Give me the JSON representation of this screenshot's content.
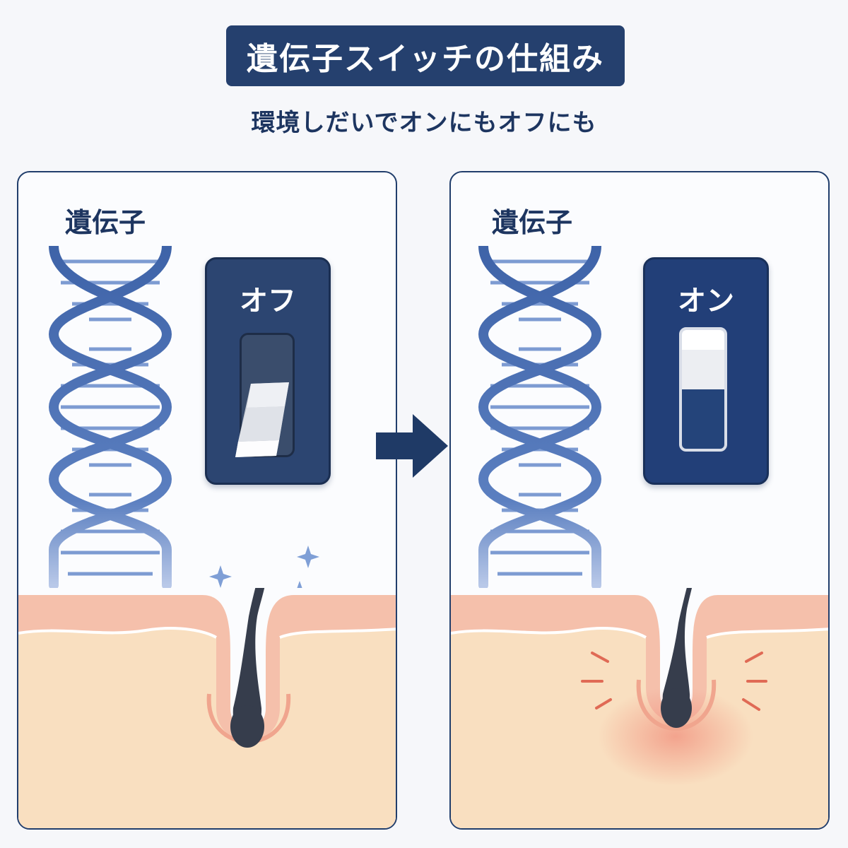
{
  "title": "遺伝子スイッチの仕組み",
  "subtitle": "環境しだいでオンにもオフにも",
  "panels": [
    {
      "label": "遺伝子",
      "switch_label": "オフ",
      "state": "off"
    },
    {
      "label": "遺伝子",
      "switch_label": "オン",
      "state": "on"
    }
  ],
  "colors": {
    "navy": "#25406e",
    "dna_blue": "#3e63a8",
    "skin_pink": "#f3b4a3",
    "skin_base": "#f9dfc0",
    "hair": "#363d4c",
    "activation_red": "#e06a55"
  }
}
